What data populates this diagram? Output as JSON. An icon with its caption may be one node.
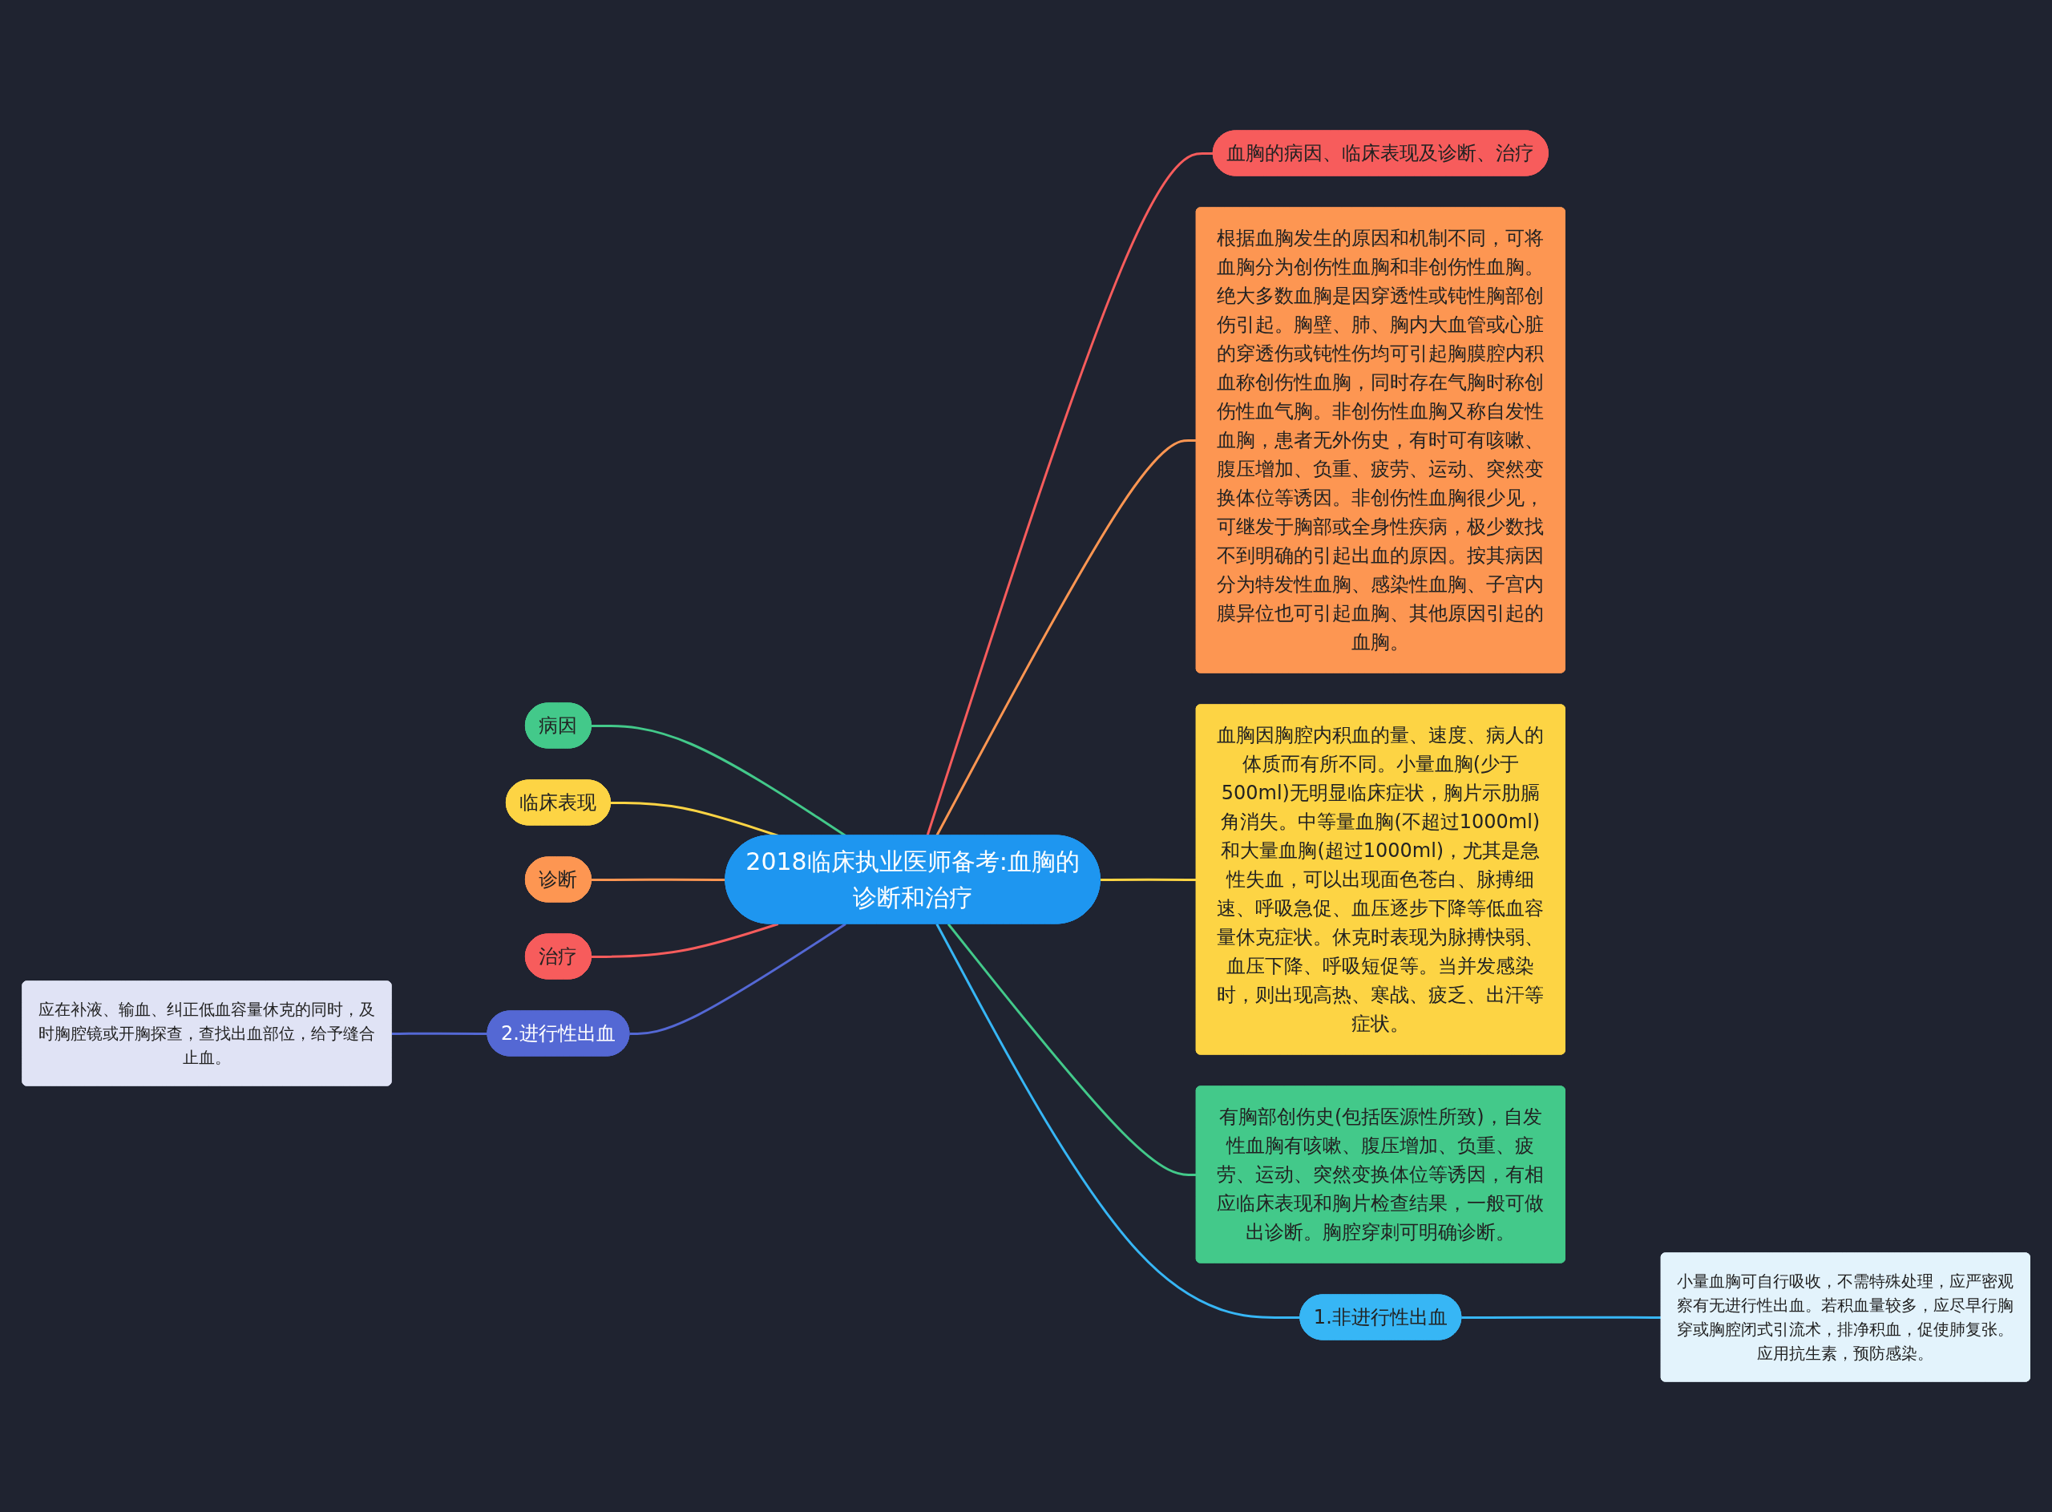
{
  "diagram": {
    "nodes": [
      {
        "text": [
          "2018临床执业医师备考:血胸的诊断和治疗"
        ]
      },
      {
        "text": [
          "病因"
        ]
      },
      {
        "text": [
          "临床表现"
        ]
      },
      {
        "text": [
          "诊断"
        ]
      },
      {
        "text": [
          "治疗"
        ]
      },
      {
        "text": [
          "2.进行性出血"
        ]
      },
      {
        "text": [
          "应在补液、输血、纠正低血容量休克的同时，及时胸腔镜或开胸探查，查找出血部位，给予缝合止血。"
        ]
      },
      {
        "text": [
          "血胸的病因、临床表现及诊断、治疗"
        ]
      },
      {
        "text": [
          "根据血胸发生的原因和机制不同，可将血胸分为创伤性血胸和非创伤性血胸。绝大多数血胸是因穿透性或钝性胸部创伤引起。胸壁、肺、胸内大血管或心脏的穿透伤或钝性伤均可引起胸膜腔内积血称创伤性血胸，同时存在气胸时称创伤性血气胸。非创伤性血胸又称自发性血胸，患者无外伤史，有时可有咳嗽、腹压增加、负重、疲劳、运动、突然变换体位等诱因。非创伤性血胸很少见，可继发于胸部或全身性疾病，极少数找不到明确的引起出血的原因。按其病因分为特发性血胸、感染性血胸、子宫内膜异位也可引起血胸、其他原因引起的血胸。"
        ]
      },
      {
        "text": [
          "血胸因胸腔内积血的量、速度、病人的体质而有所不同。小量血胸(少于500ml)无明显临床症状，胸片示肋膈角消失。中等量血胸(不超过1000ml)和大量血胸(超过1000ml)，尤其是急性失血，可以出现面色苍白、脉搏细速、呼吸急促、血压逐步下降等低血容量休克症状。休克时表现为脉搏快弱、血压下降、呼吸短促等。当并发感染时，则出现高热、寒战、疲乏、出汗等症状。"
        ]
      },
      {
        "text": [
          "有胸部创伤史(包括医源性所致)，自发性血胸有咳嗽、腹压增加、负重、疲劳、运动、突然变换体位等诱因，有相应临床表现和胸片检查结果，一般可做出诊断。胸腔穿刺可明确诊断。"
        ]
      },
      {
        "text": [
          "1.非进行性出血"
        ]
      },
      {
        "text": [
          "小量血胸可自行吸收，不需特殊处理，应严密观察有无进行性出血。若积血量较多，应尽早行胸穿或胸腔闭式引流术，排净积血，促使肺复张。应用抗生素，预防感染。"
        ]
      }
    ],
    "edges": [
      {
        "from": 0,
        "to": 1,
        "arrow": "none",
        "color": "#43c98a"
      },
      {
        "from": 0,
        "to": 2,
        "arrow": "none",
        "color": "#fdd444"
      },
      {
        "from": 0,
        "to": 3,
        "arrow": "none",
        "color": "#fd9652"
      },
      {
        "from": 0,
        "to": 4,
        "arrow": "none",
        "color": "#f75c5c"
      },
      {
        "from": 0,
        "to": 5,
        "arrow": "none",
        "color": "#5468d4"
      },
      {
        "from": 5,
        "to": 6,
        "arrow": "none",
        "color": "#5468d4"
      },
      {
        "from": 0,
        "to": 7,
        "arrow": "none",
        "color": "#f75c5c"
      },
      {
        "from": 0,
        "to": 8,
        "arrow": "none",
        "color": "#fd9652"
      },
      {
        "from": 0,
        "to": 9,
        "arrow": "none",
        "color": "#fdd444"
      },
      {
        "from": 0,
        "to": 10,
        "arrow": "none",
        "color": "#43c98a"
      },
      {
        "from": 0,
        "to": 11,
        "arrow": "none",
        "color": "#37b6f5"
      },
      {
        "from": 11,
        "to": 12,
        "arrow": "none",
        "color": "#37b6f5"
      }
    ]
  }
}
